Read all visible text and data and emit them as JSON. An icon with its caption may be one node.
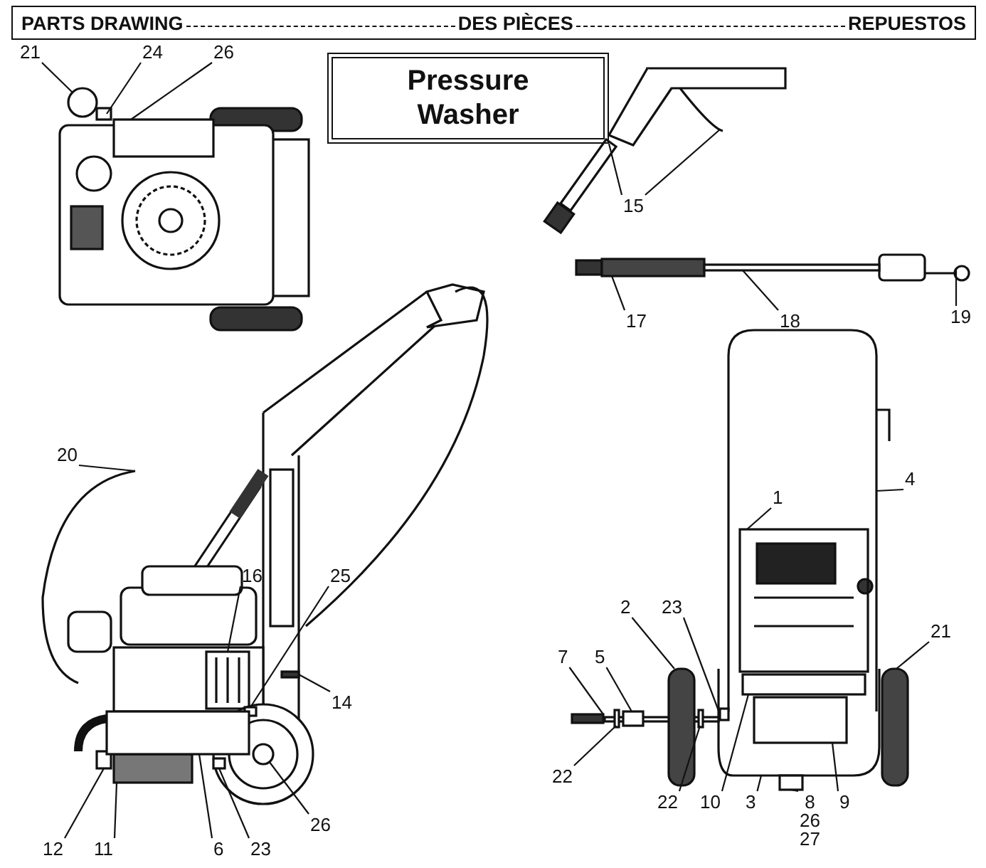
{
  "diagram": {
    "title": "Pressure Washer",
    "nodes": [
      {
        "text": [
          "21"
        ]
      },
      {
        "text": [
          "24"
        ]
      },
      {
        "text": [
          "26"
        ]
      },
      {
        "text": [
          "15"
        ]
      },
      {
        "text": [
          "17"
        ]
      },
      {
        "text": [
          "18"
        ]
      },
      {
        "text": [
          "19"
        ]
      },
      {
        "text": [
          "20"
        ]
      },
      {
        "text": [
          "4"
        ]
      },
      {
        "text": [
          "1"
        ]
      },
      {
        "text": [
          "16"
        ]
      },
      {
        "text": [
          "25"
        ]
      },
      {
        "text": [
          "2"
        ]
      },
      {
        "text": [
          "23"
        ]
      },
      {
        "text": [
          "21"
        ]
      },
      {
        "text": [
          "7"
        ]
      },
      {
        "text": [
          "5"
        ]
      },
      {
        "text": [
          "14"
        ]
      },
      {
        "text": [
          "22"
        ]
      },
      {
        "text": [
          "22"
        ]
      },
      {
        "text": [
          "10"
        ]
      },
      {
        "text": [
          "3"
        ]
      },
      {
        "text": [
          "8",
          "26",
          "27"
        ]
      },
      {
        "text": [
          "9"
        ]
      },
      {
        "text": [
          "26"
        ]
      },
      {
        "text": [
          "12"
        ]
      },
      {
        "text": [
          "11"
        ]
      },
      {
        "text": [
          "6"
        ]
      },
      {
        "text": [
          "23"
        ]
      },
      {
        "text": [],
        "shape": "circle"
      },
      {
        "text": [],
        "shape": "bar"
      },
      {
        "text": [],
        "shape": "box"
      },
      {
        "text": [],
        "shape": "box"
      },
      {
        "text": [],
        "shape": "circle"
      },
      {
        "text": [],
        "shape": "box"
      },
      {
        "text": [],
        "shape": "box"
      },
      {
        "text": [],
        "shape": "picture"
      },
      {
        "text": [],
        "shape": "picture"
      },
      {
        "text": [],
        "shape": "bar"
      },
      {
        "text": [],
        "shape": "circle"
      },
      {
        "text": [],
        "shape": "picture"
      },
      {
        "text": [],
        "shape": "picture"
      },
      {
        "text": [],
        "shape": "box"
      },
      {
        "text": [],
        "shape": "box"
      },
      {
        "text": [],
        "shape": "box"
      },
      {
        "text": [],
        "shape": "bar"
      },
      {
        "text": [],
        "shape": "box"
      },
      {
        "text": [],
        "shape": "bar"
      },
      {
        "text": [],
        "shape": "bar"
      },
      {
        "text": [],
        "shape": "box"
      },
      {
        "text": [],
        "shape": "bar"
      },
      {
        "text": [],
        "shape": "bar"
      },
      {
        "text": [],
        "shape": "box"
      },
      {
        "text": [],
        "shape": "picture"
      },
      {
        "text": [],
        "shape": "box"
      },
      {
        "text": [],
        "shape": "box"
      },
      {
        "text": [],
        "shape": "box"
      },
      {
        "text": [],
        "shape": "box"
      },
      {
        "text": [],
        "shape": "box"
      }
    ],
    "edges": [
      {
        "from": 0,
        "to": 29,
        "arrow": "none"
      },
      {
        "from": 1,
        "to": 34,
        "arrow": "none"
      },
      {
        "from": 2,
        "to": 35,
        "arrow": "none"
      },
      {
        "from": 3,
        "to": 36,
        "arrow": "none"
      },
      {
        "from": 3,
        "to": 37,
        "arrow": "none"
      },
      {
        "from": 4,
        "to": 30,
        "arrow": "none"
      },
      {
        "from": 5,
        "to": 38,
        "arrow": "none"
      },
      {
        "from": 6,
        "to": 39,
        "arrow": "none"
      },
      {
        "from": 7,
        "to": 40,
        "arrow": "none"
      },
      {
        "from": 8,
        "to": 41,
        "arrow": "none"
      },
      {
        "from": 9,
        "to": 42,
        "arrow": "none"
      },
      {
        "from": 10,
        "to": 43,
        "arrow": "none"
      },
      {
        "from": 11,
        "to": 44,
        "arrow": "none"
      },
      {
        "from": 12,
        "to": 45,
        "arrow": "none"
      },
      {
        "from": 13,
        "to": 46,
        "arrow": "none"
      },
      {
        "from": 14,
        "to": 47,
        "arrow": "none"
      },
      {
        "from": 15,
        "to": 48,
        "arrow": "none"
      },
      {
        "from": 16,
        "to": 31,
        "arrow": "none"
      },
      {
        "from": 17,
        "to": 49,
        "arrow": "none"
      },
      {
        "from": 18,
        "to": 50,
        "arrow": "none"
      },
      {
        "from": 19,
        "to": 51,
        "arrow": "none"
      },
      {
        "from": 20,
        "to": 52,
        "arrow": "none"
      },
      {
        "from": 21,
        "to": 53,
        "arrow": "none"
      },
      {
        "from": 22,
        "to": 32,
        "arrow": "none"
      },
      {
        "from": 23,
        "to": 54,
        "arrow": "none"
      },
      {
        "from": 24,
        "to": 33,
        "arrow": "none"
      },
      {
        "from": 25,
        "to": 55,
        "arrow": "none"
      },
      {
        "from": 26,
        "to": 56,
        "arrow": "none"
      },
      {
        "from": 27,
        "to": 57,
        "arrow": "none"
      },
      {
        "from": 28,
        "to": 58,
        "arrow": "none"
      }
    ],
    "labels": [
      "PARTS DRAWING",
      "DES PIÈCES",
      "REPUESTOS"
    ]
  }
}
